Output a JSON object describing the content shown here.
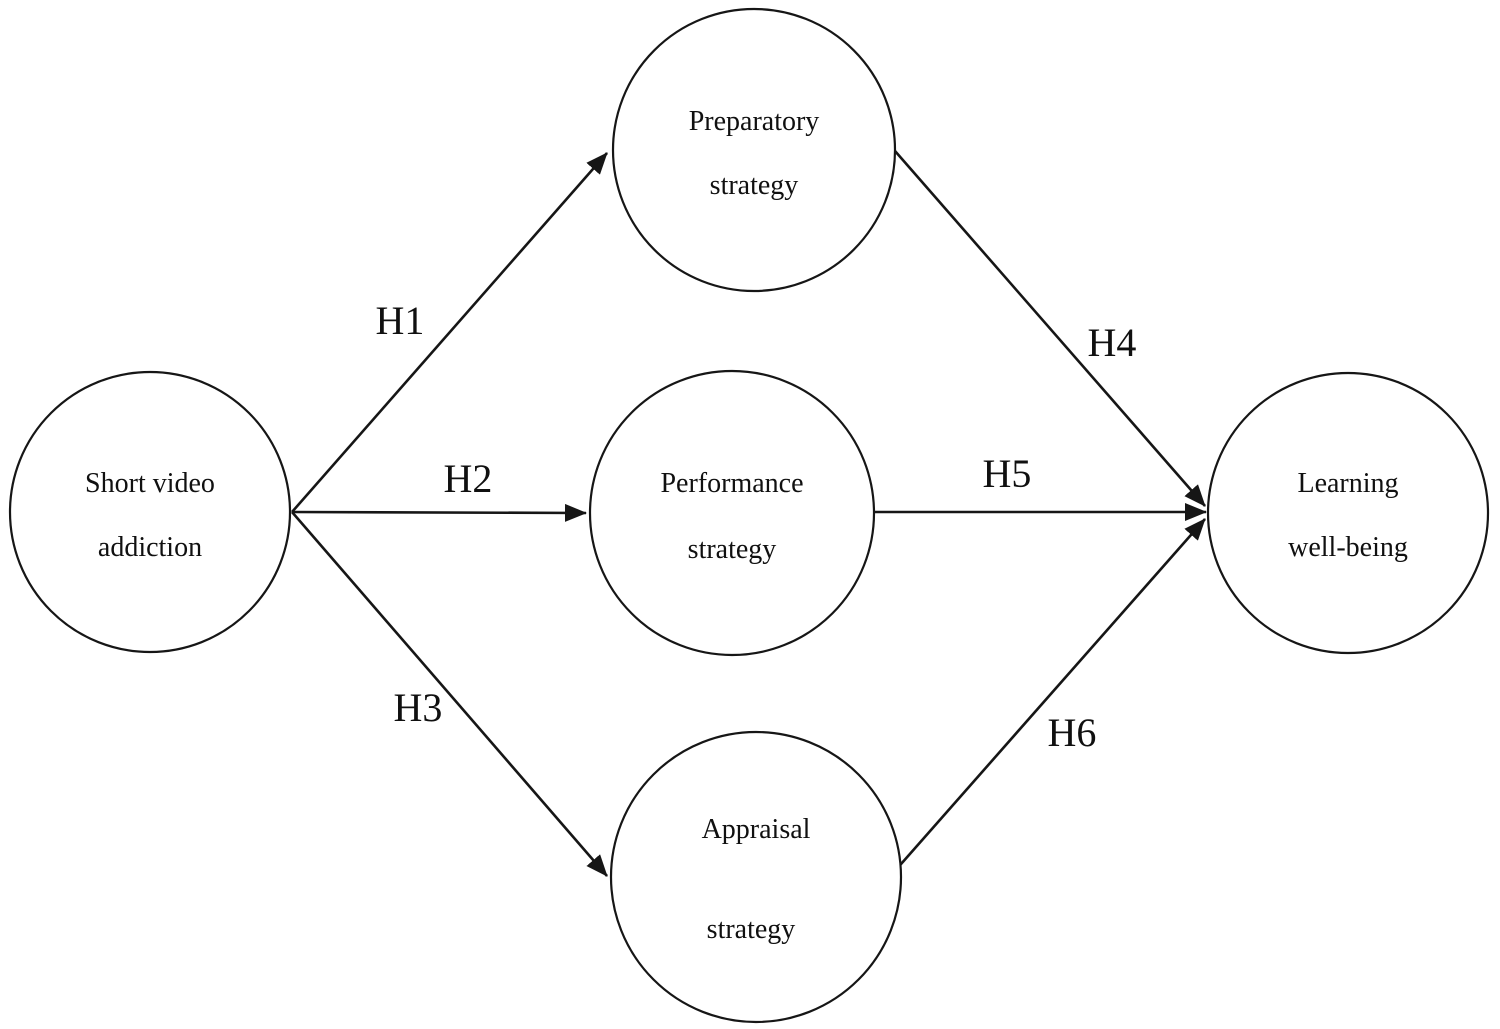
{
  "figure": {
    "type": "path-diagram",
    "background_color": "#ffffff",
    "line_color": "#161616",
    "text_color": "#101010",
    "nodes": [
      {
        "id": "short-video-addiction",
        "label": "Short video addiction",
        "line1": "Short video",
        "line2": "addiction"
      },
      {
        "id": "preparatory-strategy",
        "label": "Preparatory strategy",
        "line1": "Preparatory",
        "line2": "strategy"
      },
      {
        "id": "performance-strategy",
        "label": "Performance strategy",
        "line1": "Performance",
        "line2": "strategy"
      },
      {
        "id": "appraisal-strategy",
        "label": "Appraisal strategy",
        "line1": "Appraisal",
        "line2": "strategy"
      },
      {
        "id": "learning-well-being",
        "label": "Learning well-being",
        "line1": "Learning",
        "line2": "well-being"
      }
    ],
    "edges": [
      {
        "id": "h1",
        "label": "H1",
        "from": "short-video-addiction",
        "to": "preparatory-strategy"
      },
      {
        "id": "h2",
        "label": "H2",
        "from": "short-video-addiction",
        "to": "performance-strategy"
      },
      {
        "id": "h3",
        "label": "H3",
        "from": "short-video-addiction",
        "to": "appraisal-strategy"
      },
      {
        "id": "h4",
        "label": "H4",
        "from": "preparatory-strategy",
        "to": "learning-well-being"
      },
      {
        "id": "h5",
        "label": "H5",
        "from": "performance-strategy",
        "to": "learning-well-being"
      },
      {
        "id": "h6",
        "label": "H6",
        "from": "appraisal-strategy",
        "to": "learning-well-being"
      }
    ]
  }
}
